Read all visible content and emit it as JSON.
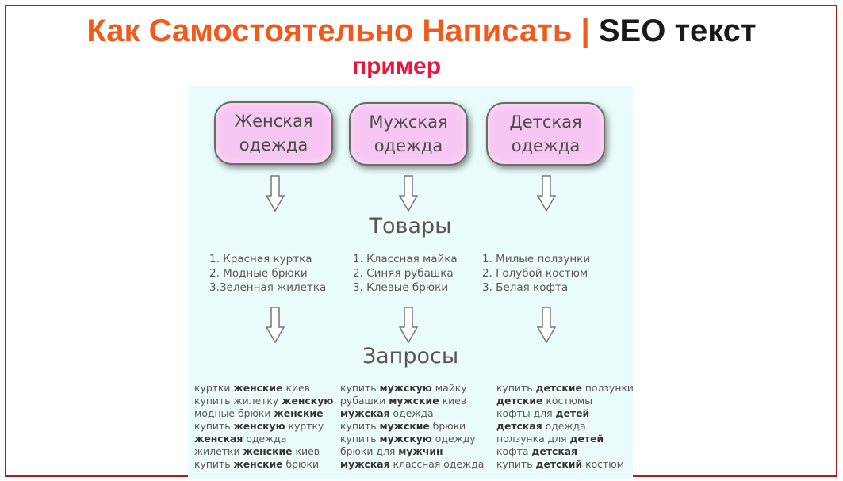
{
  "title": {
    "part1": "Как Самостоятельно Написать",
    "separator": "|",
    "part2": "SEO текст"
  },
  "subtitle": "пример",
  "categories": [
    {
      "label": "Женская\nодежда"
    },
    {
      "label": "Мужская\nодежда"
    },
    {
      "label": "Детская\nодежда"
    }
  ],
  "products_heading": "Товары",
  "products": [
    [
      "1. Красная куртка",
      "2. Модные брюки",
      "3.Зеленная жилетка"
    ],
    [
      "1. Классная майка",
      "2. Синяя рубашка",
      "3. Клевые брюки"
    ],
    [
      "1. Милые ползунки",
      "2. Голубой костюм",
      "3. Белая кофта"
    ]
  ],
  "queries_heading": "Запросы",
  "queries": [
    [
      [
        {
          "t": "куртки "
        },
        {
          "t": "женские",
          "b": true
        },
        {
          "t": " киев"
        }
      ],
      [
        {
          "t": "купить жилетку "
        },
        {
          "t": "женскую",
          "b": true
        }
      ],
      [
        {
          "t": "модные брюки "
        },
        {
          "t": "женские",
          "b": true
        }
      ],
      [
        {
          "t": "купить "
        },
        {
          "t": "женскую",
          "b": true
        },
        {
          "t": " куртку"
        }
      ],
      [
        {
          "t": "женская",
          "b": true
        },
        {
          "t": " одежда"
        }
      ],
      [
        {
          "t": "жилетки "
        },
        {
          "t": "женские",
          "b": true
        },
        {
          "t": " киев"
        }
      ],
      [
        {
          "t": "купить "
        },
        {
          "t": "женские",
          "b": true
        },
        {
          "t": " брюки"
        }
      ]
    ],
    [
      [
        {
          "t": "купить "
        },
        {
          "t": "мужскую",
          "b": true
        },
        {
          "t": " майку"
        }
      ],
      [
        {
          "t": "рубашки "
        },
        {
          "t": "мужские",
          "b": true
        },
        {
          "t": " киев"
        }
      ],
      [
        {
          "t": "мужская",
          "b": true
        },
        {
          "t": " одежда"
        }
      ],
      [
        {
          "t": "купить "
        },
        {
          "t": "мужские",
          "b": true
        },
        {
          "t": " брюки"
        }
      ],
      [
        {
          "t": "купить "
        },
        {
          "t": "мужскую",
          "b": true
        },
        {
          "t": " одежду"
        }
      ],
      [
        {
          "t": "брюки для "
        },
        {
          "t": "мужчин",
          "b": true
        }
      ],
      [
        {
          "t": "мужская",
          "b": true
        },
        {
          "t": " классная одежда"
        }
      ]
    ],
    [
      [
        {
          "t": "купить "
        },
        {
          "t": "детские",
          "b": true
        },
        {
          "t": " ползунки"
        }
      ],
      [
        {
          "t": "детские",
          "b": true
        },
        {
          "t": " костюмы"
        }
      ],
      [
        {
          "t": "кофты для "
        },
        {
          "t": "детей",
          "b": true
        }
      ],
      [
        {
          "t": "детская",
          "b": true
        },
        {
          "t": " одежда"
        }
      ],
      [
        {
          "t": "ползунка для "
        },
        {
          "t": "детей",
          "b": true
        }
      ],
      [
        {
          "t": "кофта "
        },
        {
          "t": "детская",
          "b": true
        }
      ],
      [
        {
          "t": "купить "
        },
        {
          "t": "детский",
          "b": true
        },
        {
          "t": " костюм"
        }
      ]
    ]
  ],
  "colors": {
    "title_orange": "#f05a1c",
    "subtitle_red": "#e8163a",
    "frame_border": "#b01a1a",
    "panel_bg": "#e9fbfb",
    "category_fill": "#f8c6f2"
  }
}
